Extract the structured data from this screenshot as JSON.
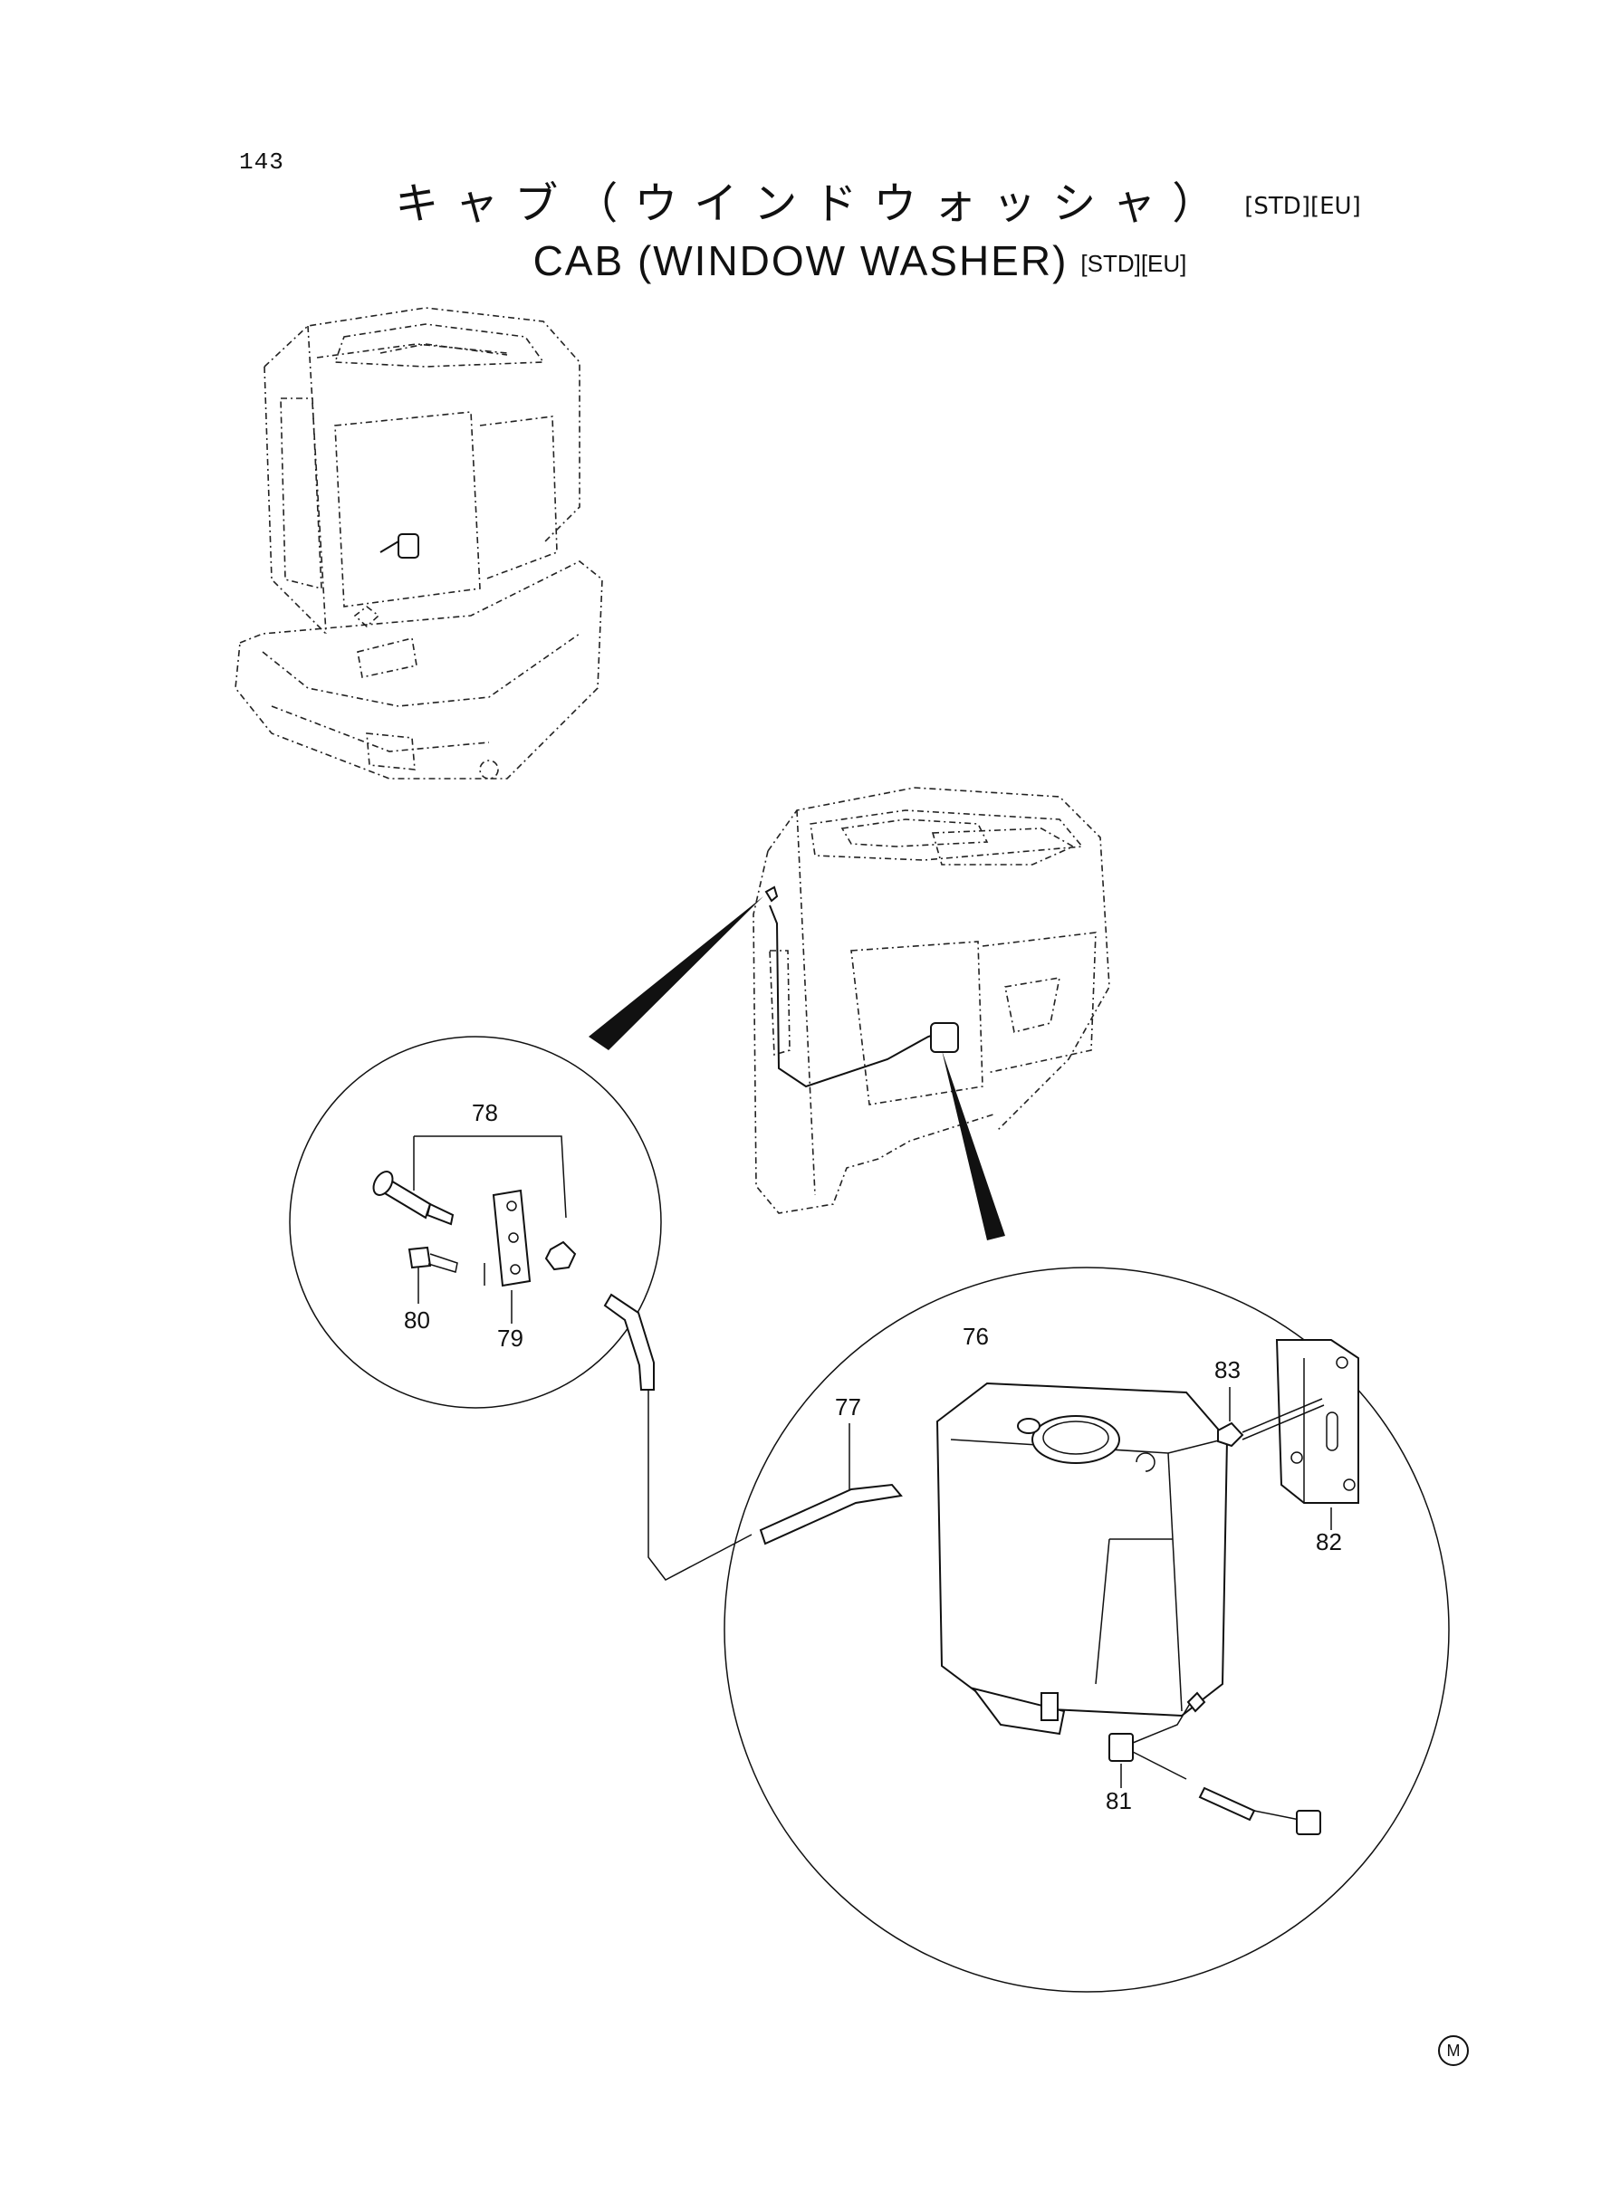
{
  "page": {
    "number": "143",
    "title_ja": "キャブ（ウインドウォッシャ）",
    "title_en": "CAB (WINDOW  WASHER)",
    "tag": "[STD][EU]",
    "marker": "M"
  },
  "callouts": [
    {
      "id": "76",
      "label": "76"
    },
    {
      "id": "77",
      "label": "77"
    },
    {
      "id": "78",
      "label": "78"
    },
    {
      "id": "79",
      "label": "79"
    },
    {
      "id": "80",
      "label": "80"
    },
    {
      "id": "81",
      "label": "81"
    },
    {
      "id": "82",
      "label": "82"
    },
    {
      "id": "83",
      "label": "83"
    }
  ]
}
